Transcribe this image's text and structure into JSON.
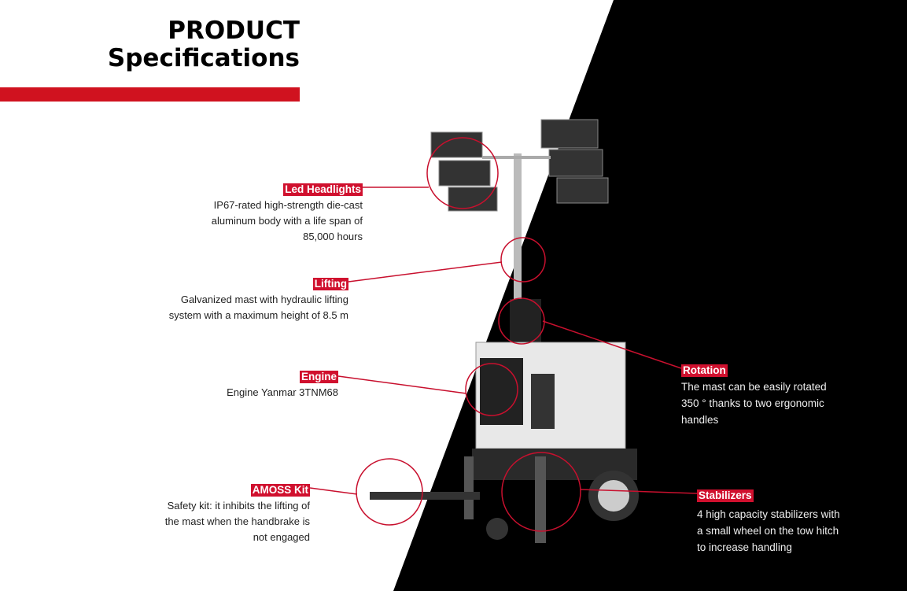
{
  "header": {
    "line1": "PRODUCT",
    "line2": "Specifications"
  },
  "colors": {
    "accent": "#d0121f",
    "dark": "#000000"
  },
  "specs": [
    {
      "title": "Led Headlights",
      "lines": [
        "IP67-rated high-strength die-cast",
        "aluminum body with a life span of",
        "85,000 hours"
      ]
    },
    {
      "title": "Lifting",
      "lines": [
        "Galvanized mast with hydraulic lifting",
        "system with a maximum height of 8.5 m"
      ]
    },
    {
      "title": "Engine",
      "lines": [
        "Engine Yanmar 3TNM68"
      ]
    },
    {
      "title": "AMOSS Kit",
      "lines": [
        "Safety kit: it inhibits the lifting of",
        "the mast when the handbrake is",
        "not engaged"
      ]
    },
    {
      "title": "Rotation",
      "lines": [
        "The mast can be easily rotated",
        "350 ° thanks to two ergonomic",
        "handles"
      ]
    },
    {
      "title": "Stabilizers",
      "lines": [
        "4 high capacity stabilizers with",
        "a small wheel on the tow hitch",
        "to increase handling"
      ]
    }
  ]
}
